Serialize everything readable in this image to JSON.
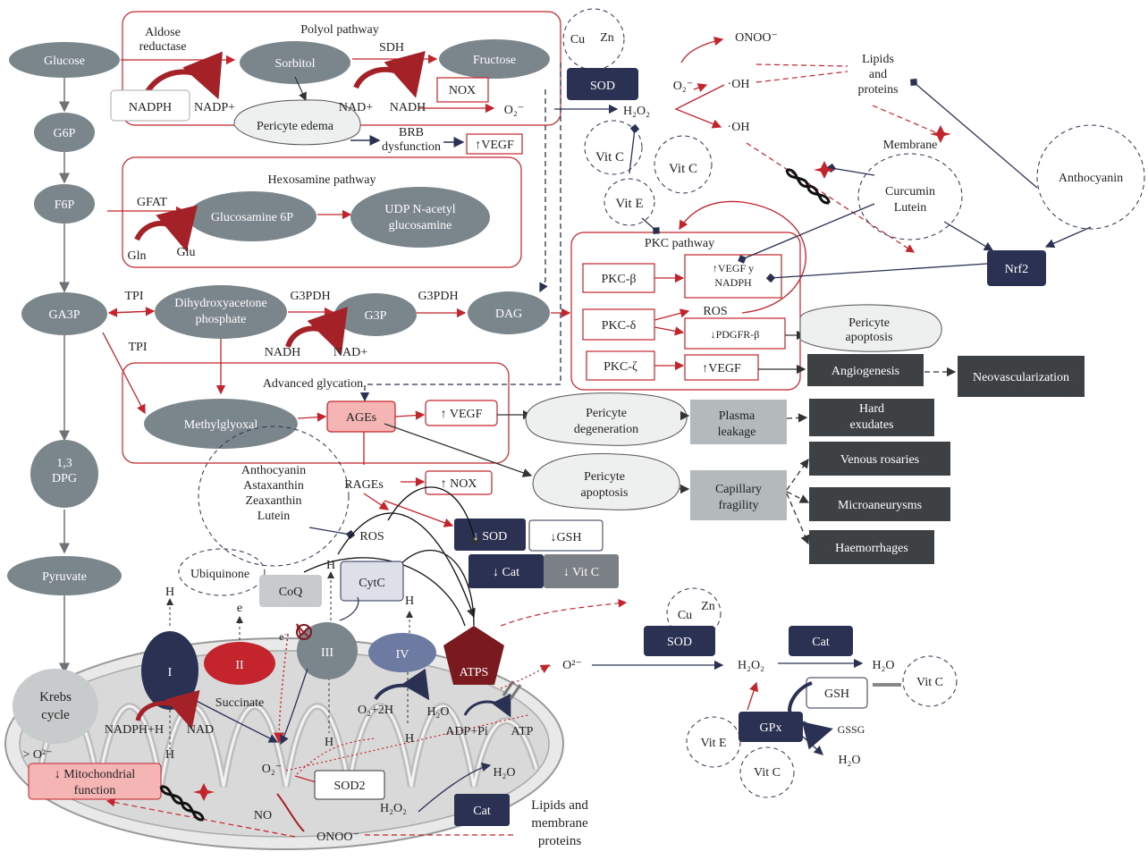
{
  "colors": {
    "slate": "#7b868c",
    "dark": "#2b3152",
    "darkgray": "#3d4144",
    "red": "#c4242b",
    "pink": "#f5b5b5",
    "light": "#eef0ef",
    "lightgray": "#b4babb"
  },
  "glycolysis": [
    "Glucose",
    "G6P",
    "F6P",
    "GA3P",
    "1,3\nDPG",
    "Pyruvate"
  ],
  "polyol": {
    "title": "Polyol pathway",
    "aldose": "Aldose\nreductase",
    "sorbitol": "Sorbitol",
    "sdh": "SDH",
    "fructose": "Fructose",
    "nadph": "NADPH",
    "nadp": "NADP+",
    "nad": "NAD+",
    "nadh": "NADH",
    "nox": "NOX",
    "o2": "O₂⁻",
    "edema": "Pericyte edema",
    "brb": "BRB\ndysfunction",
    "vegf": "↑VEGF"
  },
  "hexosamine": {
    "title": "Hexosamine pathway",
    "gfat": "GFAT",
    "gln": "Gln",
    "glu": "Glu",
    "g6p": "Glucosamine 6P",
    "udp": "UDP N-acetyl\nglucosamine"
  },
  "trioses": {
    "tpi1": "TPI",
    "tpi2": "TPI",
    "dhap": "Dihydroxyacetone\nphosphate",
    "g3pdh1": "G3PDH",
    "g3pdh2": "G3PDH",
    "g3p": "G3P",
    "dag": "DAG",
    "nadh": "NADH",
    "nad": "NAD+"
  },
  "age": {
    "title": "Advanced glycation",
    "mg": "Methylglyoxal",
    "ages": "AGEs",
    "vegf": "↑ VEGF",
    "rages": "RAGEs",
    "nox": "↑ NOX"
  },
  "pkc": {
    "title": "PKC pathway",
    "b": "PKC-β",
    "d": "PKC-δ",
    "z": "PKC-ζ",
    "vegfnadph": "↑VEGF y\nNADPH",
    "ros": "ROS",
    "pdgfr": "↓PDGFR-β",
    "vegf": "↑VEGF"
  },
  "outcomes": {
    "pa1": "Pericyte\napoptosis",
    "angio": "Angiogenesis",
    "neo": "Neovascularization",
    "pd": "Pericyte\ndegeneration",
    "plasma": "Plasma\nleakage",
    "hard": "Hard\nexudates",
    "pa2": "Pericyte\napoptosis",
    "cap": "Capillary\nfragility",
    "venous": "Venous rosaries",
    "micro": "Microaneurysms",
    "haem": "Haemorrhages"
  },
  "ros_top": {
    "cu": "Cu",
    "zn": "Zn",
    "sod": "SOD",
    "h2o2": "H₂O₂",
    "o2": "O₂⁻",
    "onoo": "ONOO⁻",
    "oh1": "·OH",
    "oh2": "·OH",
    "lipids": "Lipids\nand\nproteins",
    "membrane": "Membrane",
    "vitc1": "Vit C",
    "vitc2": "Vit C",
    "vite": "Vit E",
    "curcumin": "Curcumin\nLutein",
    "antho": "Anthocyanin",
    "nrf2": "Nrf2"
  },
  "mito": {
    "carot": "Anthocyanin\nAstaxanthin\nZeaxanthin\nLutein",
    "ros": "ROS",
    "sod": "↓ SOD",
    "gsh": "↓GSH",
    "cat": "↓ Cat",
    "vitc": "↓ Vit C",
    "ubi": "Ubiquinone",
    "coq": "CoQ",
    "cytc": "CytC",
    "h": "H",
    "e": "e",
    "em": "e⁻",
    "c1": "I",
    "c2": "II",
    "c3": "III",
    "c4": "IV",
    "atps": "ATPS",
    "succ": "Succinate",
    "krebs": "Krebs\ncycle",
    "nadph": "NADPH+H",
    "nad": "NAD",
    "o2m": "> O²⁻",
    "mito": "↓ Mitochondrial\nfunction",
    "o2h": "O₂+2H",
    "h2o": "H₂O",
    "adp": "ADP+Pi",
    "atp": "ATP",
    "o2sup": "O₂⁻",
    "sod2": "SOD2",
    "h2o2": "H₂O₂",
    "no": "NO",
    "onoo": "ONOO⁻",
    "cat2": "Cat",
    "h2o2b": "H₂O",
    "lipids": "Lipids and\nmembrane\nproteins"
  },
  "ros_right": {
    "cu": "Cu",
    "zn": "Zn",
    "sod": "SOD",
    "o2": "O²⁻",
    "h2o2": "H₂O₂",
    "cat": "Cat",
    "h2o": "H₂O",
    "vitc": "Vit C",
    "gsh": "GSH",
    "gpx": "GPx",
    "gssg": "GSSG",
    "h2o2b": "H₂O",
    "vite": "Vit E",
    "vitc2": "Vit C"
  }
}
